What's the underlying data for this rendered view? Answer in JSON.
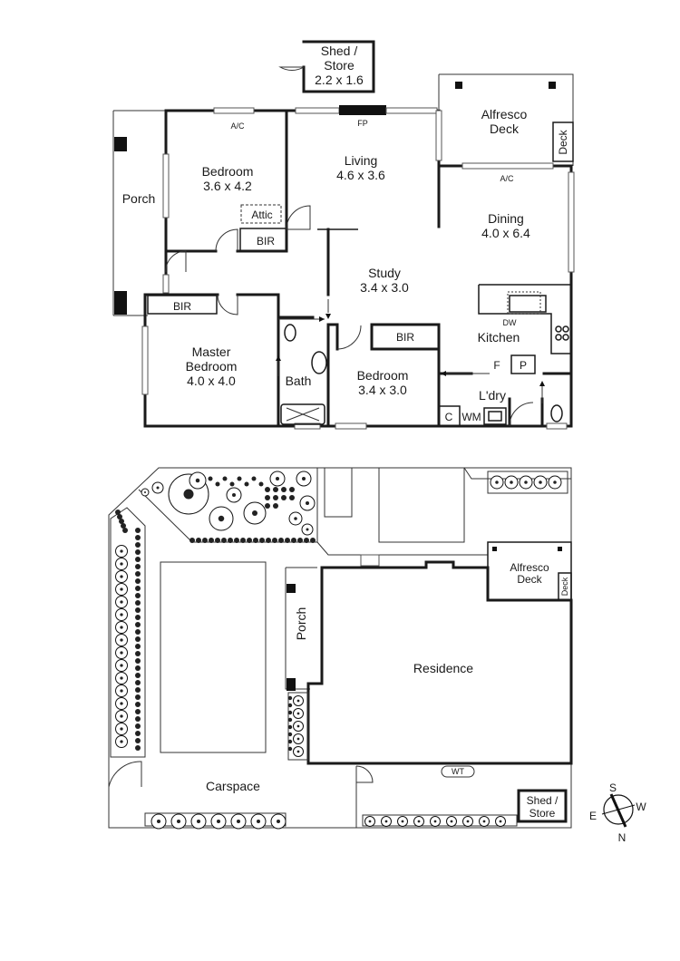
{
  "floor_plan": {
    "rooms": {
      "shed": {
        "name": "Shed /",
        "name2": "Store",
        "size": "2.2 x 1.6"
      },
      "alfresco": {
        "name": "Alfresco",
        "name2": "Deck"
      },
      "deck": {
        "name": "Deck"
      },
      "porch": {
        "name": "Porch"
      },
      "bedroom1": {
        "name": "Bedroom",
        "size": "3.6 x 4.2"
      },
      "living": {
        "name": "Living",
        "size": "4.6 x 3.6"
      },
      "dining": {
        "name": "Dining",
        "size": "4.0 x 6.4"
      },
      "study": {
        "name": "Study",
        "size": "3.4 x 3.0"
      },
      "master": {
        "name": "Master",
        "name2": "Bedroom",
        "size": "4.0 x 4.0"
      },
      "bath": {
        "name": "Bath"
      },
      "bedroom2": {
        "name": "Bedroom",
        "size": "3.4 x 3.0"
      },
      "kitchen": {
        "name": "Kitchen"
      },
      "laundry": {
        "name": "L'dry"
      }
    },
    "labels": {
      "ac1": "A/C",
      "ac2": "A/C",
      "fp": "FP",
      "attic": "Attic",
      "bir1": "BIR",
      "bir2": "BIR",
      "bir3": "BIR",
      "dw": "DW",
      "f": "F",
      "p": "P",
      "c": "C",
      "wm": "WM"
    }
  },
  "site_plan": {
    "alfresco": {
      "name": "Alfresco",
      "name2": "Deck"
    },
    "deck": "Deck",
    "porch": "Porch",
    "residence": "Residence",
    "carspace": "Carspace",
    "wt": "WT",
    "shed": {
      "name": "Shed /",
      "name2": "Store"
    }
  },
  "compass": {
    "s": "S",
    "e": "E",
    "w": "W",
    "n": "N"
  }
}
